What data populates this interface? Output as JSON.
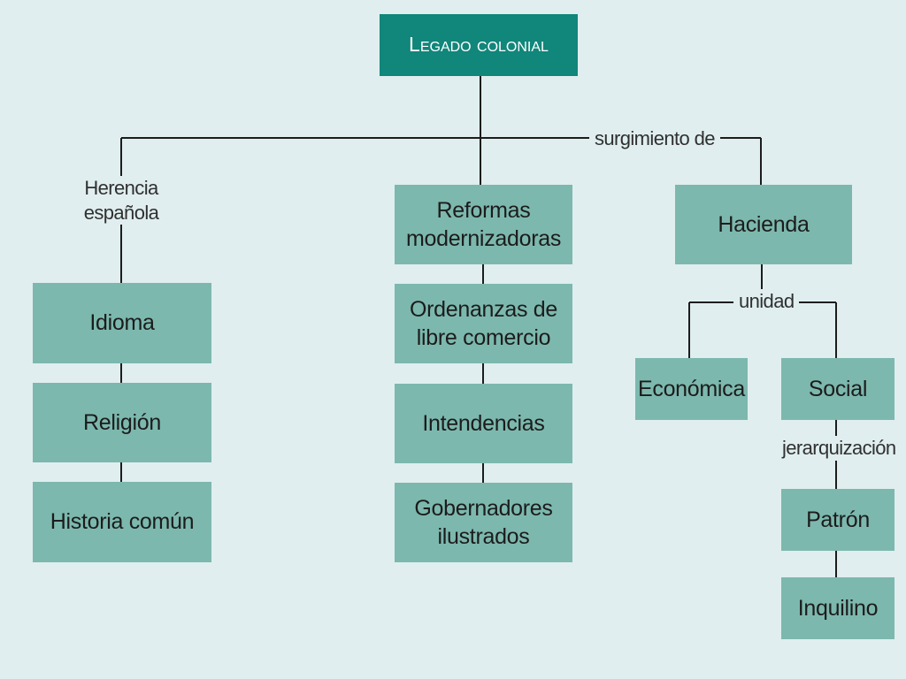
{
  "colors": {
    "background": "#e0eeef",
    "title_box": "#11867a",
    "node_box": "#7cb8ae",
    "line": "#1c1c1c"
  },
  "title": "Legado colonial",
  "connector_labels": {
    "surgimiento": "surgimiento de",
    "herencia": "Herencia\nespañola",
    "unidad": "unidad",
    "jerarquizacion": "jerarquización"
  },
  "left_column": [
    "Idioma",
    "Religión",
    "Historia común"
  ],
  "center_column": [
    "Reformas\nmodernizadoras",
    "Ordenanzas de\nlibre comercio",
    "Intendencias",
    "Gobernadores\nilustrados"
  ],
  "right_branch": {
    "hacienda": "Hacienda",
    "economica": "Económica",
    "social": "Social",
    "patron": "Patrón",
    "inquilino": "Inquilino"
  }
}
